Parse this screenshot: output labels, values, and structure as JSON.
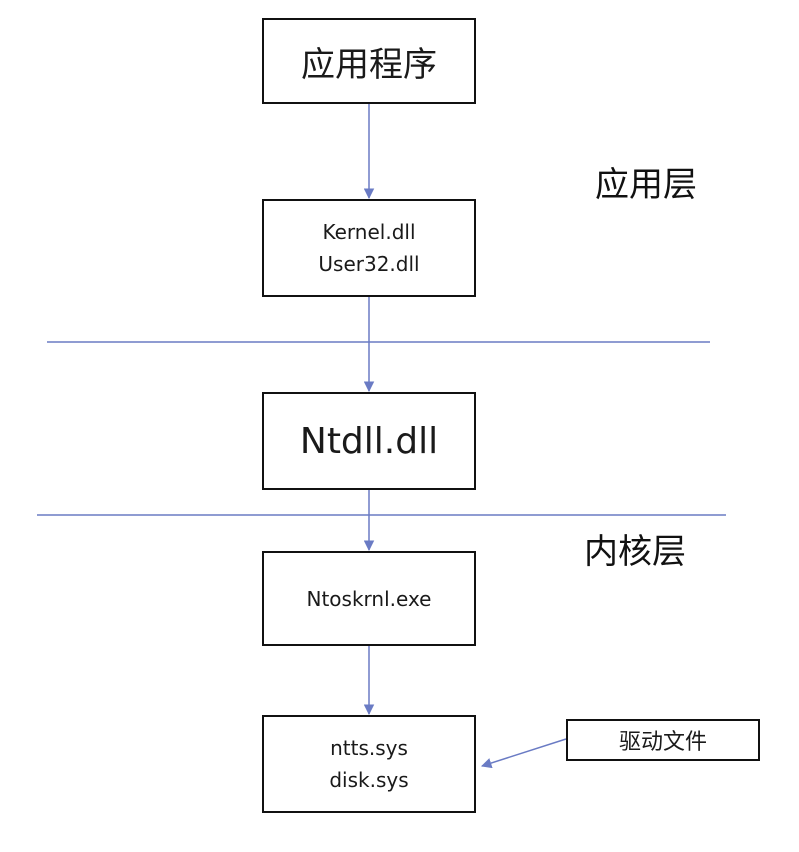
{
  "colors": {
    "connector": "#6a7bc4",
    "box_border": "#111111",
    "background": "#ffffff"
  },
  "nodes": {
    "app": {
      "text": "应用程序"
    },
    "kernel_user": {
      "lines": [
        "Kernel.dll",
        "User32.dll"
      ]
    },
    "ntdll": {
      "text": "Ntdll.dll"
    },
    "ntoskrnl": {
      "text": "Ntoskrnl.exe"
    },
    "drivers": {
      "lines": [
        "ntts.sys",
        "disk.sys"
      ]
    },
    "driver_files": {
      "text": "驱动文件"
    }
  },
  "layers": {
    "user_mode": "应用层",
    "kernel_mode": "内核层"
  }
}
